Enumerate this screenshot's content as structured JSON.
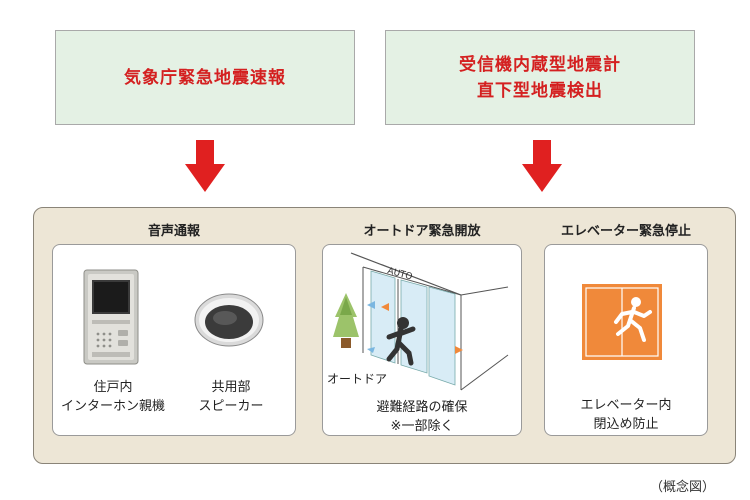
{
  "top_boxes": {
    "left": {
      "line1": "気象庁緊急地震速報"
    },
    "right": {
      "line1": "受信機内蔵型地震計",
      "line2": "直下型地震検出"
    }
  },
  "panels": {
    "voice": {
      "title": "音声通報",
      "intercom_caption": {
        "line1": "住戸内",
        "line2": "インターホン親機"
      },
      "speaker_caption": {
        "line1": "共用部",
        "line2": "スピーカー"
      }
    },
    "door": {
      "title": "オートドア緊急開放",
      "auto_sign": "AUTO",
      "door_label": "オートドア",
      "caption": {
        "line1": "避難経路の確保",
        "line2": "※一部除く"
      }
    },
    "elevator": {
      "title": "エレベーター緊急停止",
      "caption": {
        "line1": "エレベーター内",
        "line2": "閉込め防止"
      }
    }
  },
  "footer": {
    "caption": "（概念図）"
  },
  "colors": {
    "alert_red": "#e02020",
    "box_green": "#e4f1e4",
    "container_beige": "#ede6d6",
    "elevator_orange": "#f0893a"
  }
}
